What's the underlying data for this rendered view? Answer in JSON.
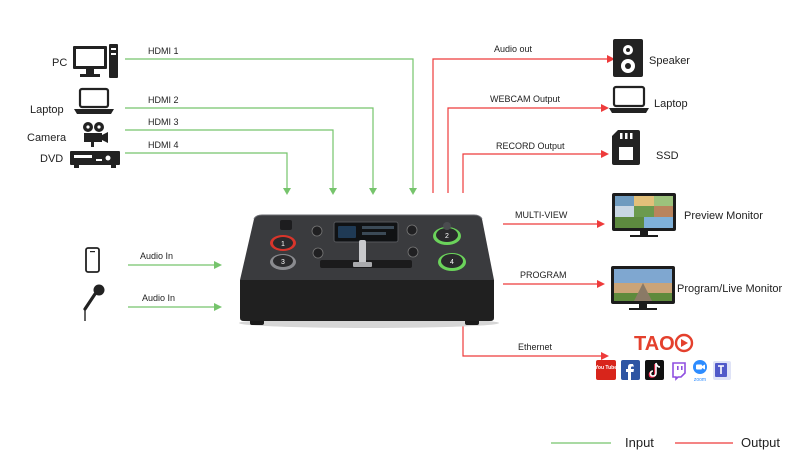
{
  "colors": {
    "input": "#76c46c",
    "output": "#ee3b3b",
    "tao_brand": "#e4402d"
  },
  "sources": {
    "pc": "PC",
    "laptop": "Laptop",
    "camera": "Camera",
    "dvd": "DVD"
  },
  "inputs": {
    "hdmi1": "HDMI 1",
    "hdmi2": "HDMI 2",
    "hdmi3": "HDMI 3",
    "hdmi4": "HDMI 4",
    "audio_in_phone": "Audio In",
    "audio_in_mic": "Audio In"
  },
  "outputs": {
    "audio_out": "Audio out",
    "webcam_output": "WEBCAM Output",
    "record_output": "RECORD Output",
    "multi_view": "MULTI-VIEW",
    "program": "PROGRAM",
    "ethernet": "Ethernet"
  },
  "destinations": {
    "speaker": "Speaker",
    "laptop": "Laptop",
    "ssd": "SSD",
    "preview_monitor": "Preview Monitor",
    "program_monitor": "Program/Live Monitor"
  },
  "device_buttons": [
    "1",
    "2",
    "3",
    "4"
  ],
  "streaming": {
    "brand": "TAO",
    "platforms": [
      "youtube-icon",
      "facebook-icon",
      "tiktok-icon",
      "twitch-icon",
      "zoom-icon",
      "teams-icon"
    ],
    "youtube_text": "You Tube",
    "zoom_text": "zoom"
  },
  "legend": {
    "input": "Input",
    "output": "Output"
  }
}
